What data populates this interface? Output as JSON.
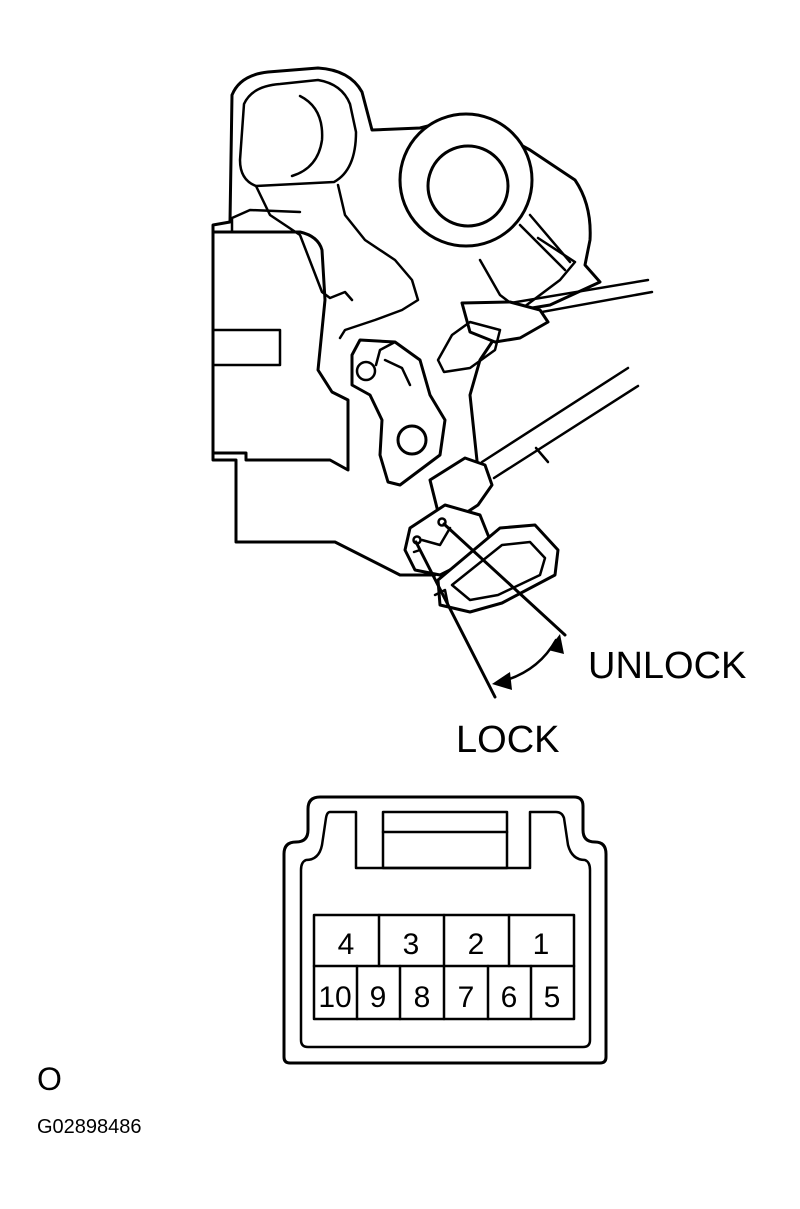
{
  "labels": {
    "unlock": "UNLOCK",
    "lock": "LOCK",
    "corner_mark": "O",
    "figure_code": "G02898486"
  },
  "connector": {
    "top_row": [
      "4",
      "3",
      "2",
      "1"
    ],
    "bottom_row": [
      "10",
      "9",
      "8",
      "7",
      "6",
      "5"
    ]
  }
}
